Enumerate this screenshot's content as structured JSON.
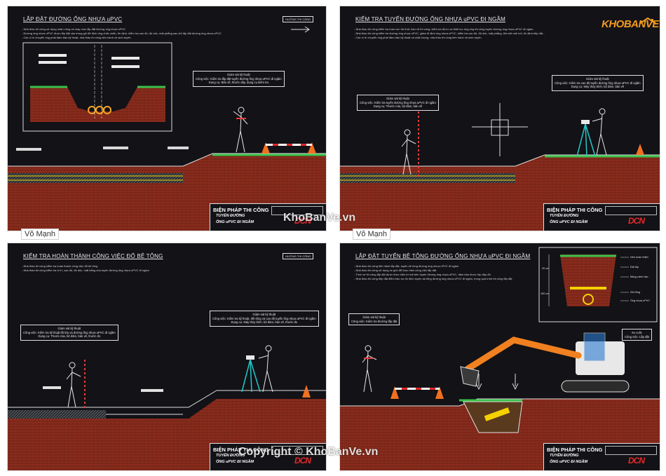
{
  "brand": {
    "name": "KHOBANVE",
    "accent_color": "#f39a1d"
  },
  "watermark": {
    "site": "KhoBanVe.vn",
    "copyright": "Copyright © KhoBanVe.vn"
  },
  "author_tag": "Võ Mạnh",
  "direction_label": "HƯỚNG THI CÔNG",
  "title_block": {
    "heading": "BIỆN PHÁP THI CÔNG",
    "line1": "TUYẾN ĐƯỜNG",
    "line2": "ỐNG uPVC ĐI NGẦM",
    "logo": "DCN",
    "logo_color": "#e52a2a"
  },
  "panels": [
    {
      "title": "LẮP ĐẶT ĐƯỜNG ỐNG NHỰA uPVC",
      "notes": [
        "- Nhà thầu thi công sử dụng nhân công và máy móc lắp đặt đường ống nhựa uPVC",
        "- Đường ống nhựa uPVC được lắp đặt vào trong gối đỡ định ống chắc chắn, ổn định, kiểm tra cao độ, độ dốc, mặt phẳng sau khi lắp đặt đường ống nhựa uPVC",
        "- Các vị trí chuyển ống phải đảm bảo kỹ thuật, nhà thầu thi công tiến hành vệ sinh tuyến"
      ],
      "supervisor": [
        "Giám sát kỹ thuật",
        "Công việc: Kiểm tra lắp đặt tuyến đường ống nhựa uPVC đi ngầm",
        "Dụng cụ: Bản vẽ, thước dây, dụng cụ kiểm tra"
      ]
    },
    {
      "title": "KIỂM TRA TUYẾN ĐƯỜNG ỐNG NHỰA uPVC ĐI NGẦM",
      "notes": [
        "- Nhà thầu thi công kiểm tra toàn vẹn hệ thốt, bản vẽ thi công, kiểm tra độ tư và thiết tục ống ống thi công tuyến đường ống nhựa uPVC đi ngầm",
        "- Nhà thầu thi công kiểm tra đường ống nhựa uPVC, giảm đi định ống nhựa uPVC, kiểm tra cao độ, độ dốc, mặt phẳng, liên kết mối nối, ổn định tiếp đất...",
        "- Các vị trí chuyển ống phải đảm bảo kỹ thuật và chất lượng, nhà thầu thi công tiến hành vệ sinh tuyến"
      ],
      "supervisor_left": [
        "Giám sát kỹ thuật",
        "Công việc: Kiểm tra tuyến đường ống nhựa uPVC đi ngầm",
        "Dụng cụ: Thước mia, bộ đàm, bản vẽ"
      ],
      "supervisor_right": [
        "Giám sát kỹ thuật",
        "Công việc: Kiểm tra cao độ tuyến đường ống nhựa uPVC đi ngầm",
        "Dụng cụ: Máy thủy bình, bộ đàm, bản vẽ"
      ]
    },
    {
      "title": "KIỂM TRA HOÀN THÀNH CÔNG VIỆC ĐỔ BÊ TÔNG",
      "notes": [
        "- Nhà thầu thi công kiểm tra hoàn thành công việc đổ bê tông",
        "- Nhà thầu thi công kiểm tra vị trí, cao độ, độ dốc, mặt bằng của tuyến đường ống nhựa uPVC đi ngầm"
      ],
      "supervisor_left": [
        "Giám sát kỹ thuật",
        "Công việc: Kiểm tra kỹ thuật lắt lớp và đường ống nhựa uPVC đi ngầm",
        "Dụng cụ: Thước mia, bộ đàm, bản vẽ, thước đo"
      ],
      "supervisor_right": [
        "Giám sát kỹ thuật",
        "Công việc: Kiểm tra kỹ thuật, tiết tổng và cao độ tuyến ống nhựa uPVC đi ngầm",
        "Dụng cụ: Máy thủy bình, bộ đàm, bản vẽ, thước đo"
      ]
    },
    {
      "title": "LẮP ĐẶT TUYẾN BÊ TÔNG ĐƯỜNG ỐNG NHỰA uPVC ĐI NGẦM",
      "notes": [
        "- Nhà thầu thi công tiến hành lắp đặt, tuyến bê tông đường ống nhựa uPVC đi ngầm",
        "- Nhà thầu thi công sử dụng xe giới để thực hiện công việc lắp đặt",
        "- Trình tự thi công lắp đặt được thực hiện từ trái bên tuyến đường ống nhựa uPVC, đảm bảo được lớp đầy đủ",
        "- Nhà thầu thi công tiếp đặt điểm bảo sự ổn định tuyến tại tổng đường ống nhựa uPVC đi ngầm, trong quá trình thi công lắp đặt"
      ],
      "supervisor": [
        "Giám sát kỹ thuật",
        "Công việc: Kiểm tra thường lắp đặt"
      ],
      "excavator": [
        "Xe cuốc",
        "Công việc: Lắp đặt"
      ],
      "section_labels": [
        "Nền hoàn thiện",
        "Đất lấp",
        "Băng cảnh báo",
        "Sỏi tổng",
        "Ống nhựa uPVC"
      ],
      "dims": [
        "20 cm",
        "150 cm"
      ]
    }
  ]
}
